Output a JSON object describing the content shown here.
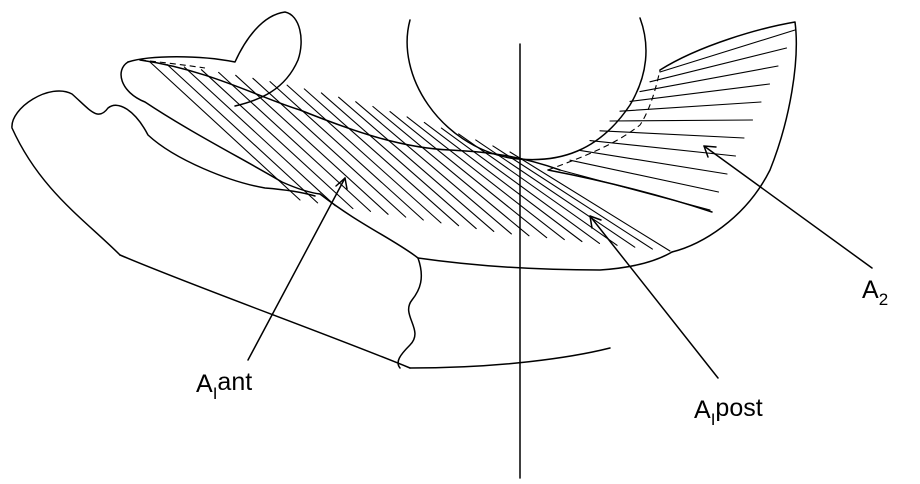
{
  "labels": {
    "a1_ant": {
      "main": "A",
      "sub": "I",
      "suffix": "ant"
    },
    "a1_post": {
      "main": "A",
      "sub": "I",
      "suffix": "post"
    },
    "a2": {
      "main": "A",
      "sub": "2"
    }
  }
}
